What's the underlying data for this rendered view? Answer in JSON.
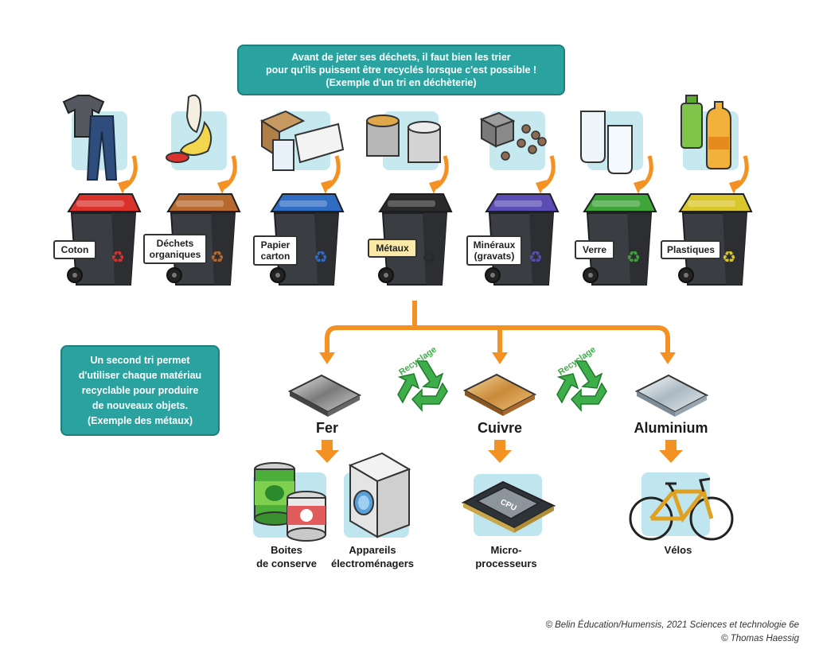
{
  "intro": {
    "line1": "Avant de jeter ses déchets, il faut bien les trier",
    "line2": "pour qu'ils puissent être recyclés lorsque c'est possible !",
    "line3": "(Exemple d'un tri en déchèterie)"
  },
  "second_box": {
    "line1": "Un second tri permet",
    "line2": "d'utiliser chaque matériau",
    "line3": "recyclable pour produire",
    "line4": "de nouveaux objets.",
    "line5": "(Exemple des métaux)"
  },
  "bins": [
    {
      "l1": "Coton",
      "l2": "",
      "color": "#d9322b"
    },
    {
      "l1": "Déchets",
      "l2": "organiques",
      "color": "#b86a2e"
    },
    {
      "l1": "Papier",
      "l2": "carton",
      "color": "#2f6cc4"
    },
    {
      "l1": "Métaux",
      "l2": "",
      "color": "#2a2a2a"
    },
    {
      "l1": "Minéraux",
      "l2": "(gravats)",
      "color": "#5b4db3"
    },
    {
      "l1": "Verre",
      "l2": "",
      "color": "#3fa53a"
    },
    {
      "l1": "Plastiques",
      "l2": "",
      "color": "#d8c62a"
    }
  ],
  "item_icons": [
    "tshirt-jeans-icon",
    "food-waste-icon",
    "paper-cardboard-icon",
    "cans-icon",
    "rubble-icon",
    "glass-jars-icon",
    "plastic-bottles-icon"
  ],
  "recycling_label": "Recyclage",
  "metals": [
    {
      "name": "Fer"
    },
    {
      "name": "Cuivre"
    },
    {
      "name": "Aluminium"
    }
  ],
  "products": [
    {
      "l1": "Boites",
      "l2": "de conserve"
    },
    {
      "l1": "Appareils",
      "l2": "électroménagers"
    },
    {
      "l1": "Micro-",
      "l2": "processeurs"
    },
    {
      "l1": "Vélos",
      "l2": ""
    }
  ],
  "colors": {
    "teal": "#2aa3a0",
    "orange": "#f39222",
    "recycle_green": "#3dae49"
  },
  "credits": {
    "line1": "© Belin Éducation/Humensis, 2021 Sciences et technologie 6e",
    "line2": "© Thomas Haessig"
  }
}
